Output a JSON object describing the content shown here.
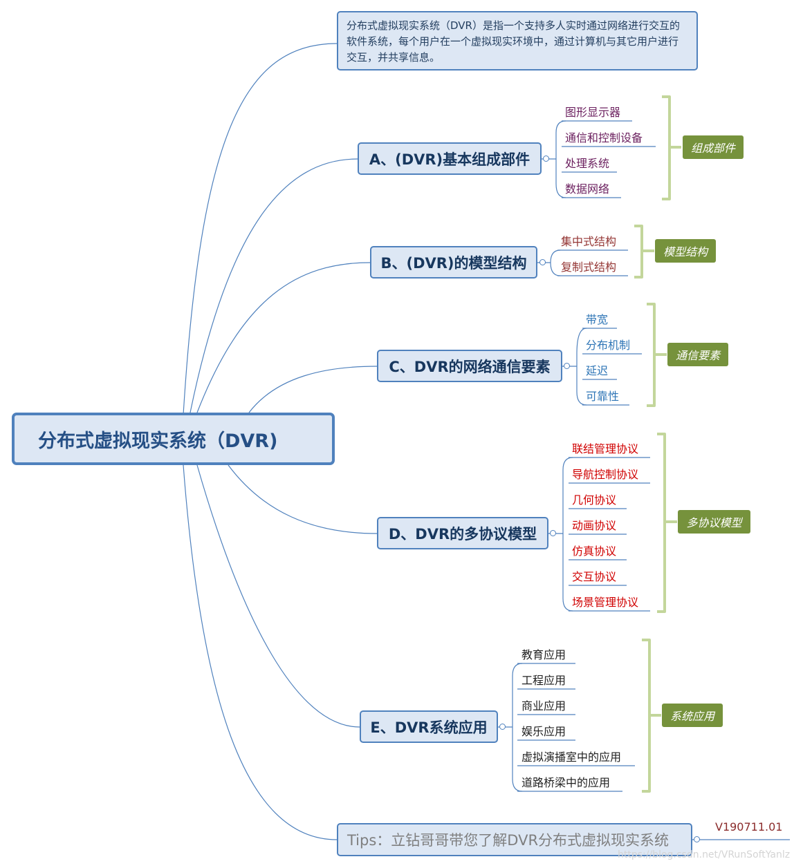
{
  "root": {
    "title": "分布式虚拟现实系统（DVR)"
  },
  "description": "分布式虚拟现实系统（DVR）是指一个支持多人实时通过网络进行交互的软件系统，每个用户在一个虚拟现实环境中，通过计算机与其它用户进行交互，并共享信息。",
  "branches": [
    {
      "label": "A、(DVR)基本组成部件",
      "summary": "组成部件",
      "items": [
        "图形显示器",
        "通信和控制设备",
        "处理系统",
        "数据网络"
      ]
    },
    {
      "label": "B、(DVR)的模型结构",
      "summary": "模型结构",
      "items": [
        "集中式结构",
        "复制式结构"
      ]
    },
    {
      "label": "C、DVR的网络通信要素",
      "summary": "通信要素",
      "items": [
        "带宽",
        "分布机制",
        "延迟",
        "可靠性"
      ]
    },
    {
      "label": "D、DVR的多协议模型",
      "summary": "多协议模型",
      "items": [
        "联结管理协议",
        "导航控制协议",
        "几何协议",
        "动画协议",
        "仿真协议",
        "交互协议",
        "场景管理协议"
      ]
    },
    {
      "label": "E、DVR系统应用",
      "summary": "系统应用",
      "items": [
        "教育应用",
        "工程应用",
        "商业应用",
        "娱乐应用",
        "虚拟演播室中的应用",
        "道路桥梁中的应用"
      ]
    }
  ],
  "tips": {
    "label": "Tips：立钻哥哥带您了解DVR分布式虚拟现实系统",
    "version": "V190711.01"
  },
  "watermark": "https://blog.csdn.net/VRunSoftYanlz",
  "colors": {
    "topic_fill": "#dde7f4",
    "topic_border": "#4f81bd",
    "connector": "#4f81bd",
    "summary_fill": "#76923c",
    "bracket": "#c3d69b",
    "leaf_a": "#6b1f5e",
    "leaf_b": "#943634",
    "leaf_c": "#2e75b6",
    "leaf_d": "#d00000",
    "leaf_e": "#1f1f1f"
  }
}
